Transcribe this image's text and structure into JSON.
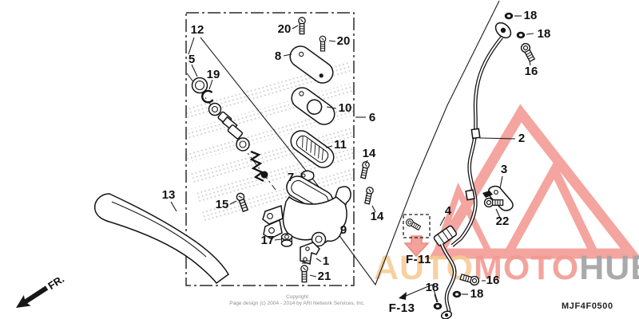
{
  "meta": {
    "description": "Honda front brake master cylinder exploded parts diagram",
    "code": "MJF4F0500"
  },
  "labels": {
    "fr": "FR.",
    "f11": "F-11",
    "f13": "F-13",
    "copyright1": "Copyright",
    "copyright2": "Page design (c) 2004 - 2014 by ARI Network Services, Inc."
  },
  "watermark": {
    "auto": "AUTO",
    "moto": "MOTO",
    "hub": "HUB"
  },
  "parts": {
    "1": "1",
    "2": "2",
    "3": "3",
    "4": "4",
    "5": "5",
    "6": "6",
    "7": "7",
    "8": "8",
    "9": "9",
    "10": "10",
    "11": "11",
    "12": "12",
    "13": "13",
    "14": "14",
    "15": "15",
    "16": "16",
    "17": "17",
    "18": "18",
    "19": "19",
    "20": "20",
    "21": "21",
    "22": "22"
  },
  "colors": {
    "logo_salmon": "#F4A59F",
    "arrow_pink": "#F2A29B",
    "arrow_pink_stroke": "#E8897F",
    "wm_amber": "#F6CA92",
    "wm_red": "#F29B92",
    "wm_gray": "#A6A6A6",
    "line": "#1c1c1c"
  }
}
